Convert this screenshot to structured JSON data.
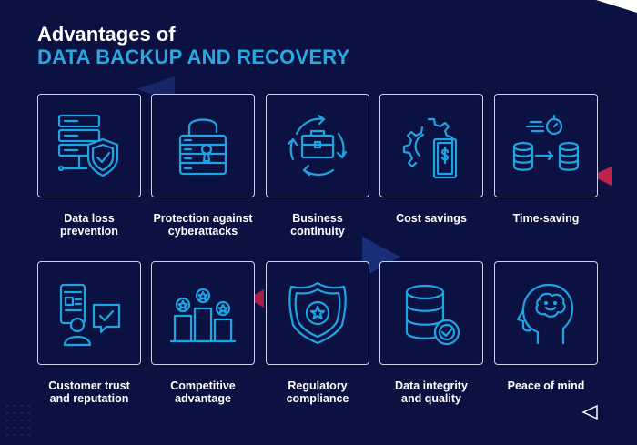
{
  "header": {
    "line1": "Advantages of",
    "line2": "DATA BACKUP AND RECOVERY"
  },
  "colors": {
    "background": "#0b1140",
    "accent": "#27a9e1",
    "icon": "#1fa4e3",
    "card_border": "#c9d2e6",
    "deco_red": "#c0224b"
  },
  "items": [
    {
      "icon": "server-shield-icon",
      "line1": "Data loss",
      "line2": "prevention"
    },
    {
      "icon": "padlock-server-icon",
      "line1": "Protection against",
      "line2": "cyberattacks"
    },
    {
      "icon": "briefcase-cycle-icon",
      "line1": "Business",
      "line2": "continuity"
    },
    {
      "icon": "gear-money-icon",
      "line1": "Cost savings",
      "line2": ""
    },
    {
      "icon": "stopwatch-database-transfer-icon",
      "line1": "Time-saving",
      "line2": ""
    },
    {
      "icon": "user-phone-check-icon",
      "line1": "Customer trust",
      "line2": "and reputation"
    },
    {
      "icon": "podium-stars-icon",
      "line1": "Competitive",
      "line2": "advantage"
    },
    {
      "icon": "badge-star-icon",
      "line1": "Regulatory",
      "line2": "compliance"
    },
    {
      "icon": "database-check-icon",
      "line1": "Data integrity",
      "line2": "and quality"
    },
    {
      "icon": "smiling-brain-head-icon",
      "line1": "Peace of mind",
      "line2": ""
    }
  ]
}
